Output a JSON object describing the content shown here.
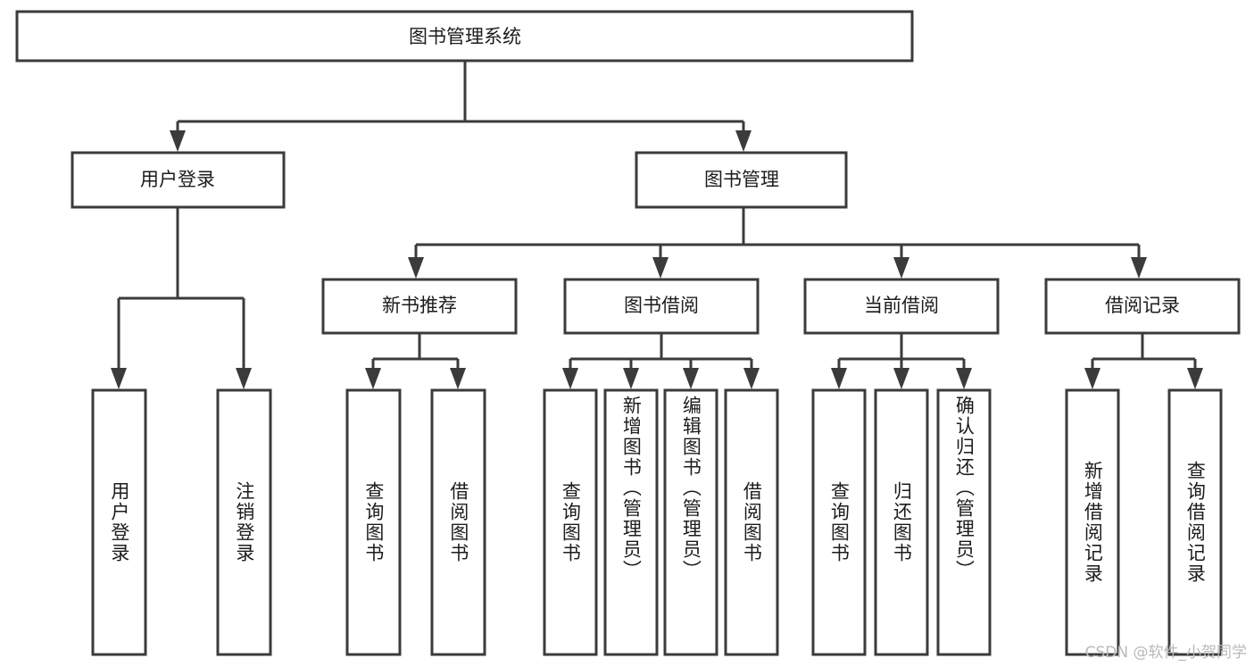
{
  "diagram": {
    "title": "图书管理系统",
    "type": "tree-hierarchy-diagram",
    "watermark": "CSDN @软件_小贺同学",
    "colors": {
      "stroke": "#3b3b3b",
      "fill": "#ffffff",
      "text": "#1c1c1c",
      "watermark": "#b9b9b9",
      "background": "#ffffff"
    },
    "root": {
      "id": "root",
      "label": "图书管理系统",
      "orientation": "horizontal"
    },
    "level2": [
      {
        "id": "user-login",
        "label": "用户登录",
        "orientation": "horizontal"
      },
      {
        "id": "book-manage",
        "label": "图书管理",
        "orientation": "horizontal"
      }
    ],
    "level3": [
      {
        "id": "new-book-recommend",
        "label": "新书推荐",
        "orientation": "horizontal",
        "parent": "book-manage"
      },
      {
        "id": "book-borrow",
        "label": "图书借阅",
        "orientation": "horizontal",
        "parent": "book-manage"
      },
      {
        "id": "current-borrow",
        "label": "当前借阅",
        "orientation": "horizontal",
        "parent": "book-manage"
      },
      {
        "id": "borrow-record",
        "label": "借阅记录",
        "orientation": "horizontal",
        "parent": "book-manage"
      }
    ],
    "leaves": [
      {
        "id": "leaf-user-login",
        "label": "用户登录",
        "parent": "user-login",
        "orientation": "vertical"
      },
      {
        "id": "leaf-user-logout",
        "label": "注销登录",
        "parent": "user-login",
        "orientation": "vertical"
      },
      {
        "id": "leaf-query-book-1",
        "label": "查询图书",
        "parent": "new-book-recommend",
        "orientation": "vertical"
      },
      {
        "id": "leaf-borrow-book-1",
        "label": "借阅图书",
        "parent": "new-book-recommend",
        "orientation": "vertical"
      },
      {
        "id": "leaf-query-book-2",
        "label": "查询图书",
        "parent": "book-borrow",
        "orientation": "vertical"
      },
      {
        "id": "leaf-add-book",
        "label": "新增图书（管理员）",
        "parent": "book-borrow",
        "orientation": "vertical"
      },
      {
        "id": "leaf-edit-book",
        "label": "编辑图书（管理员）",
        "parent": "book-borrow",
        "orientation": "vertical"
      },
      {
        "id": "leaf-borrow-book-2",
        "label": "借阅图书",
        "parent": "book-borrow",
        "orientation": "vertical"
      },
      {
        "id": "leaf-query-book-3",
        "label": "查询图书",
        "parent": "current-borrow",
        "orientation": "vertical"
      },
      {
        "id": "leaf-return-book",
        "label": "归还图书",
        "parent": "current-borrow",
        "orientation": "vertical"
      },
      {
        "id": "leaf-confirm-return",
        "label": "确认归还（管理员）",
        "parent": "current-borrow",
        "orientation": "vertical"
      },
      {
        "id": "leaf-add-record",
        "label": "新增借阅记录",
        "parent": "borrow-record",
        "orientation": "vertical"
      },
      {
        "id": "leaf-query-record",
        "label": "查询借阅记录",
        "parent": "borrow-record",
        "orientation": "vertical"
      }
    ]
  }
}
